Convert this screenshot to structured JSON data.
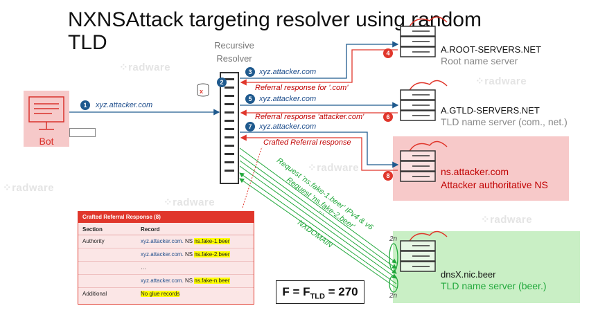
{
  "title": "NXNSAttack targeting resolver using random TLD",
  "recursive_resolver_label": "Recursive\nResolver",
  "watermark": "radware",
  "bot_label": "Bot",
  "root_server": {
    "name": "A.ROOT-SERVERS.NET",
    "desc": "Root name server"
  },
  "gtld_server": {
    "name": "A.GTLD-SERVERS.NET",
    "desc": "TLD name server (com., net.)"
  },
  "attacker_server": {
    "name": "ns.attacker.com",
    "desc": "Attacker authoritative NS"
  },
  "tld_server": {
    "name": "dnsX.nic.beer",
    "desc": "TLD name server (beer.)"
  },
  "steps": {
    "s1": {
      "num": "1",
      "text": "xyz.attacker.com"
    },
    "s2": {
      "num": "2"
    },
    "s3": {
      "num": "3",
      "text": "xyz.attacker.com"
    },
    "s4": {
      "num": "4",
      "text": "Referral response for '.com'"
    },
    "s5": {
      "num": "5",
      "text": "xyz.attacker.com"
    },
    "s6": {
      "num": "6",
      "text": "Referral response 'attacker.com'"
    },
    "s7": {
      "num": "7",
      "text": "xyz.attacker.com"
    },
    "s8": {
      "num": "8",
      "text": "Crafted Referral response"
    }
  },
  "green_messages": {
    "req1": "Request 'ns.fake-1.beer' IPv4 & v6",
    "req2": "Request 'ns.fake-2.beer'",
    "dots": "...",
    "nx": "NXDOMAIN"
  },
  "n2_label": "2n",
  "table": {
    "header": "Crafted Referral Response (8)",
    "col_section": "Section",
    "col_record": "Record",
    "rows": [
      {
        "section": "Authority",
        "domain": "xyz.attacker.com.",
        "ns": "NS",
        "target": "ns.fake-1.beer"
      },
      {
        "section": "",
        "domain": "xyz.attacker.com.",
        "ns": "NS",
        "target": "ns.fake-2.beer"
      },
      {
        "section": "",
        "domain": "",
        "ns": "",
        "target": "",
        "dots": "…"
      },
      {
        "section": "",
        "domain": "xyz.attacker.com.",
        "ns": "NS",
        "target": "ns.fake-n.beer"
      },
      {
        "section": "Additional",
        "domain": "",
        "ns": "",
        "target": "No glue records"
      }
    ]
  },
  "formula": {
    "lhs": "F = F",
    "sub": "TLD",
    "rhs": " = 270"
  },
  "colors": {
    "blue_arrow": "#1f5a8e",
    "red_arrow": "#e0362b",
    "green_arrow": "#22a83c",
    "bot_red": "#d9312a"
  }
}
